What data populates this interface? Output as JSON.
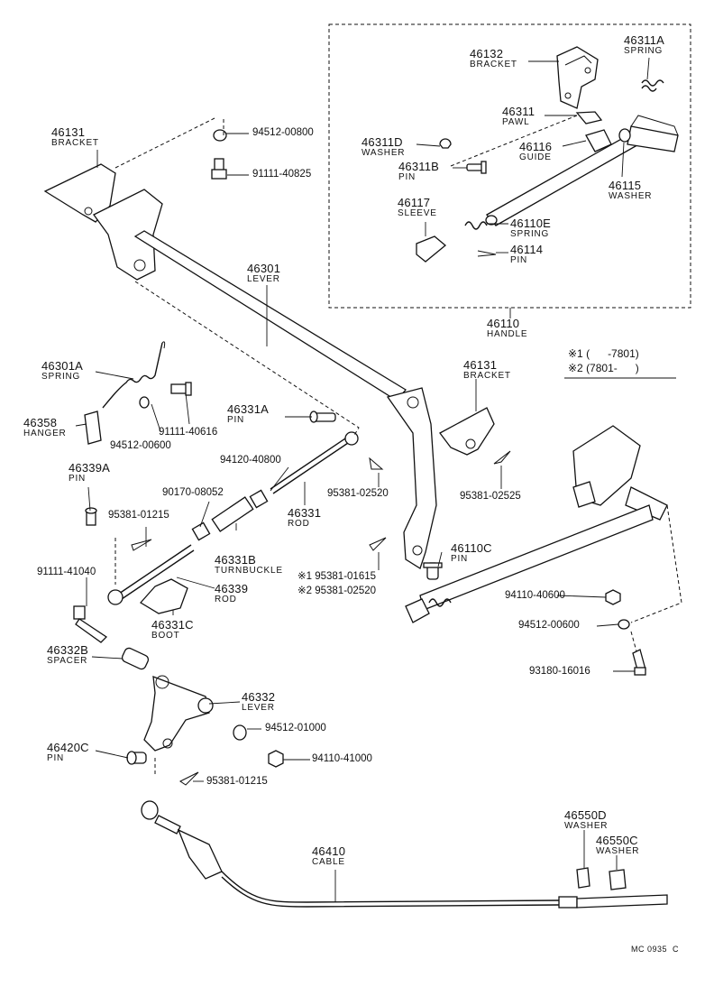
{
  "parts": [
    {
      "id": "p46131a",
      "number": "46131",
      "name": "BRACKET"
    },
    {
      "id": "p46132",
      "number": "46132",
      "name": "BRACKET"
    },
    {
      "id": "p46311a",
      "number": "46311A",
      "name": "SPRING"
    },
    {
      "id": "p46311",
      "number": "46311",
      "name": "PAWL"
    },
    {
      "id": "p46311d",
      "number": "46311D",
      "name": "WASHER"
    },
    {
      "id": "p46116",
      "number": "46116",
      "name": "GUIDE"
    },
    {
      "id": "p46311b",
      "number": "46311B",
      "name": "PIN"
    },
    {
      "id": "p46115",
      "number": "46115",
      "name": "WASHER"
    },
    {
      "id": "p46117",
      "number": "46117",
      "name": "SLEEVE"
    },
    {
      "id": "p46110e",
      "number": "46110E",
      "name": "SPRING"
    },
    {
      "id": "p46114",
      "number": "46114",
      "name": "PIN"
    },
    {
      "id": "p46110",
      "number": "46110",
      "name": "HANDLE"
    },
    {
      "id": "p46301",
      "number": "46301",
      "name": "LEVER"
    },
    {
      "id": "p46301a",
      "number": "46301A",
      "name": "SPRING"
    },
    {
      "id": "p46358",
      "number": "46358",
      "name": "HANGER"
    },
    {
      "id": "p46331a",
      "number": "46331A",
      "name": "PIN"
    },
    {
      "id": "p46131b",
      "number": "46131",
      "name": "BRACKET"
    },
    {
      "id": "p46339a",
      "number": "46339A",
      "name": "PIN"
    },
    {
      "id": "p46331",
      "number": "46331",
      "name": "ROD"
    },
    {
      "id": "p46331b",
      "number": "46331B",
      "name": "TURNBUCKLE"
    },
    {
      "id": "p46339",
      "number": "46339",
      "name": "ROD"
    },
    {
      "id": "p46331c",
      "number": "46331C",
      "name": "BOOT"
    },
    {
      "id": "p46110c",
      "number": "46110C",
      "name": "PIN"
    },
    {
      "id": "p46332b",
      "number": "46332B",
      "name": "SPACER"
    },
    {
      "id": "p46332",
      "number": "46332",
      "name": "LEVER"
    },
    {
      "id": "p46420c",
      "number": "46420C",
      "name": "PIN"
    },
    {
      "id": "p46550d",
      "number": "46550D",
      "name": "WASHER"
    },
    {
      "id": "p46550c",
      "number": "46550C",
      "name": "WASHER"
    },
    {
      "id": "p46410",
      "number": "46410",
      "name": "CABLE"
    }
  ],
  "refs": [
    {
      "id": "r1",
      "text": "94512-00800"
    },
    {
      "id": "r2",
      "text": "91111-40825"
    },
    {
      "id": "r3",
      "text": "91111-40616"
    },
    {
      "id": "r4",
      "text": "94512-00600"
    },
    {
      "id": "r5",
      "text": "94120-40800"
    },
    {
      "id": "r6",
      "text": "90170-08052"
    },
    {
      "id": "r7",
      "text": "95381-01215"
    },
    {
      "id": "r8",
      "text": "95381-02520"
    },
    {
      "id": "r9",
      "text": "95381-02525"
    },
    {
      "id": "r10",
      "text": "91111-41040"
    },
    {
      "id": "r11",
      "text": "※1 95381-01615"
    },
    {
      "id": "r12",
      "text": "※2 95381-02520"
    },
    {
      "id": "r13",
      "text": "94110-40600"
    },
    {
      "id": "r14",
      "text": "94512-00600"
    },
    {
      "id": "r15",
      "text": "93180-16016"
    },
    {
      "id": "r16",
      "text": "94512-01000"
    },
    {
      "id": "r17",
      "text": "94110-41000"
    },
    {
      "id": "r18",
      "text": "95381-01215"
    }
  ],
  "legend": {
    "line1": "※1 (      -7801)",
    "line2": "※2 (7801-      )"
  },
  "drawing_code": "MC 0935  C"
}
